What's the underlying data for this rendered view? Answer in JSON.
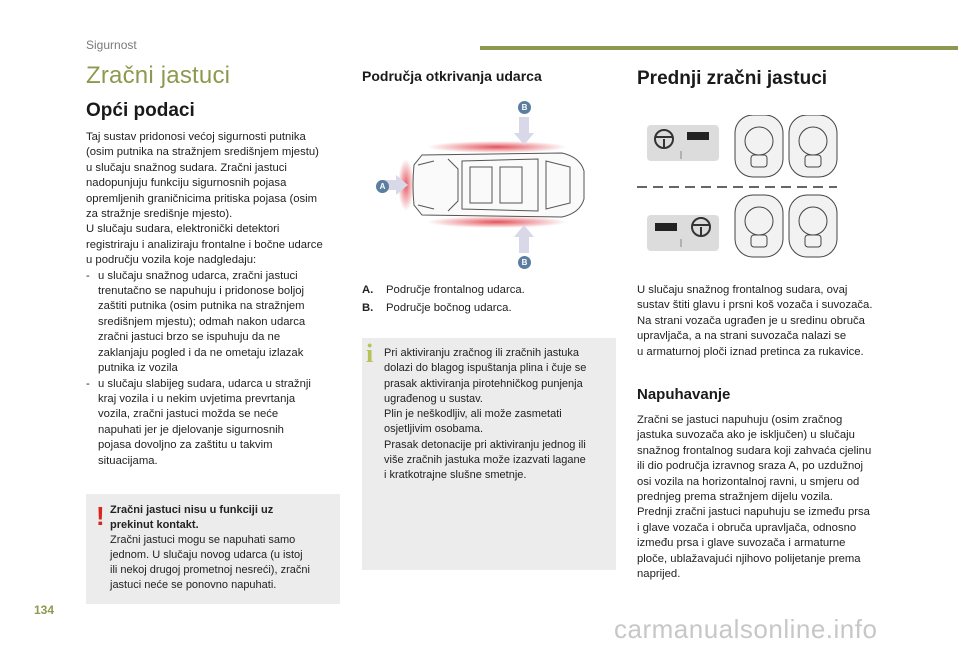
{
  "header": {
    "section": "Sigurnost"
  },
  "title": "Zračni jastuci",
  "left": {
    "heading": "Opći podaci",
    "intro_lines": [
      "Taj sustav pridonosi većoj sigurnosti putnika",
      "(osim putnika na stražnjem središnjem mjestu)",
      "u slučaju snažnog sudara. Zračni jastuci",
      "nadopunjuju funkciju sigurnosnih pojasa",
      "opremljenih graničnicima pritiska pojasa (osim",
      "za stražnje središnje mjesto).",
      "U slučaju sudara, elektronički detektori",
      "registriraju i analiziraju frontalne i bočne udarce",
      "u području vozila koje nadgledaju:"
    ],
    "bullets": [
      {
        "dash": "-",
        "lines": [
          "u slučaju snažnog udarca, zračni jastuci",
          "trenutačno se napuhuju i pridonose boljoj",
          "zaštiti putnika (osim putnika na stražnjem",
          "središnjem mjestu); odmah nakon udarca",
          "zračni jastuci brzo se ispuhuju da ne",
          "zaklanjaju pogled i da ne ometaju izlazak",
          "putnika iz vozila"
        ]
      },
      {
        "dash": "-",
        "lines": [
          "u slučaju slabijeg sudara, udarca u stražnji",
          "kraj vozila i u nekim uvjetima prevrtanja",
          "vozila, zračni jastuci možda se neće",
          "napuhati jer je djelovanje sigurnosnih",
          "pojasa dovoljno za zaštitu u takvim",
          "situacijama."
        ]
      }
    ],
    "warning": {
      "mark": "!",
      "title_lines": [
        "Zračni jastuci nisu u funkciji uz",
        "prekinut kontakt."
      ],
      "lines": [
        "Zračni jastuci mogu se napuhati samo",
        "jednom. U slučaju novog udarca (u istoj",
        "ili nekoj drugoj prometnoj nesreći), zračni",
        "jastuci neće se ponovno napuhati."
      ]
    }
  },
  "middle": {
    "heading": "Područja otkrivanja udarca",
    "diagram": {
      "label_a": "A",
      "label_b_top": "B",
      "label_b_bottom": "B"
    },
    "legend": [
      {
        "key": "A.",
        "text": "Područje frontalnog udarca."
      },
      {
        "key": "B.",
        "text": "Područje bočnog udarca."
      }
    ],
    "info": {
      "mark": "i",
      "lines": [
        "Pri aktiviranju zračnog ili zračnih jastuka",
        "dolazi do blagog ispuštanja plina i čuje se",
        "prasak aktiviranja pirotehničkog punjenja",
        "ugrađenog u sustav.",
        "Plin je neškodljiv, ali može zasmetati",
        "osjetljivim osobama.",
        "Prasak detonacije pri aktiviranju jednog ili",
        "više zračnih jastuka može izazvati lagane",
        "i kratkotrajne slušne smetnje."
      ]
    }
  },
  "right": {
    "heading": "Prednji zračni jastuci",
    "intro_lines": [
      "U slučaju snažnog frontalnog sudara, ovaj",
      "sustav štiti glavu i prsni koš vozača i suvozača.",
      "Na strani vozača ugrađen je u sredinu obruča",
      "upravljača, a na strani suvozača nalazi se",
      "u armaturnoj ploči iznad pretinca za rukavice."
    ],
    "subheading": "Napuhavanje",
    "inflation_lines": [
      "Zračni se jastuci napuhuju (osim zračnog",
      "jastuka suvozača ako je isključen) u slučaju",
      "snažnog frontalnog sudara koji zahvaća cjelinu",
      "ili dio područja izravnog sraza A, po uzdužnoj",
      "osi vozila na horizontalnoj ravni, u smjeru od",
      "prednjeg prema stražnjem dijelu vozila.",
      "Prednji zračni jastuci napuhuju se između prsa",
      "i glave vozača i obruča upravljača, odnosno",
      "između prsa i glave suvozača i armaturne",
      "ploče, ublažavajući njihovo polijetanje prema",
      "naprijed."
    ]
  },
  "footer": {
    "page_number": "134",
    "watermark": "carmanualsonline.info"
  },
  "colors": {
    "accent": "#8c9a4f",
    "warning": "#d9261c",
    "info": "#b5c35a",
    "impact": "#e0404a",
    "badge": "#5b7ea0"
  }
}
